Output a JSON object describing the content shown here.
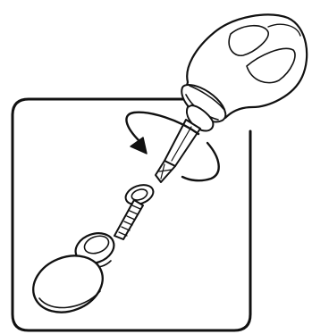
{
  "illustration": {
    "components": [
      "frame",
      "screwdriver",
      "rotation-arrow",
      "screw",
      "washer",
      "knob"
    ],
    "rotation_direction": "clockwise",
    "colors": {
      "ink": "#111111",
      "background": "#ffffff"
    }
  }
}
